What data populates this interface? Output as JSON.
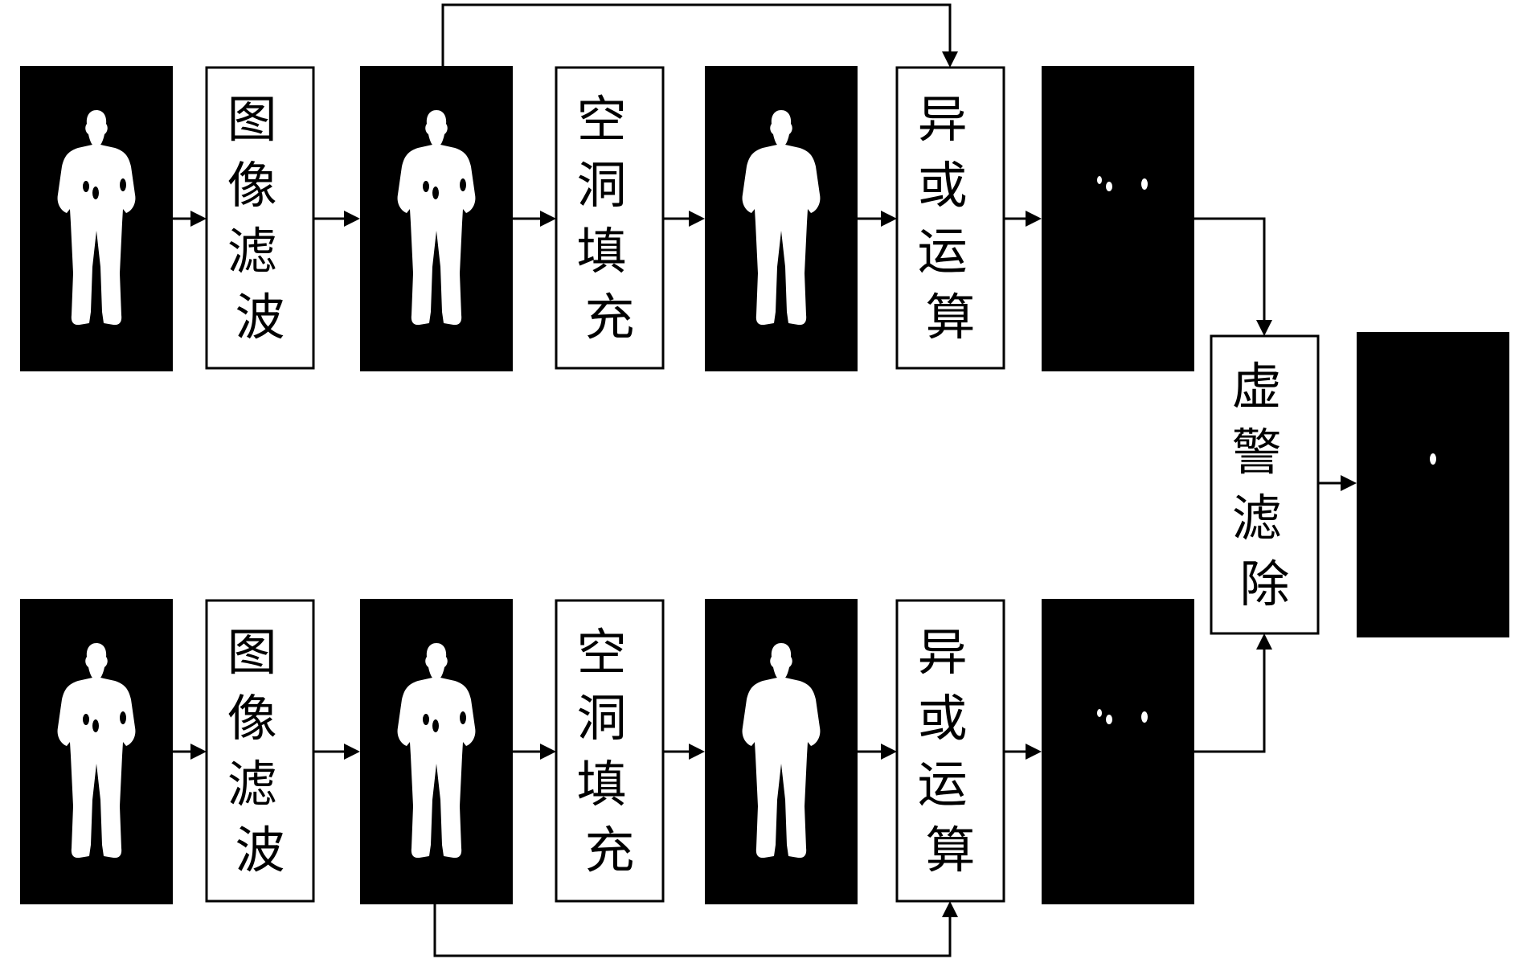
{
  "colors": {
    "background": "#ffffff",
    "panel": "#000000",
    "foreground": "#ffffff",
    "line": "#000000"
  },
  "rows": [
    {
      "steps": [
        {
          "kind": "image",
          "content": "silhouette-with-holes",
          "label": ""
        },
        {
          "kind": "process",
          "label": "图像滤波"
        },
        {
          "kind": "image",
          "content": "silhouette-with-holes",
          "label": ""
        },
        {
          "kind": "process",
          "label": "空洞填充"
        },
        {
          "kind": "image",
          "content": "silhouette-filled",
          "label": ""
        },
        {
          "kind": "process",
          "label": "异或运算"
        },
        {
          "kind": "image",
          "content": "hole-residue",
          "label": ""
        }
      ],
      "bypass_arrow": {
        "from_step": 2,
        "to_step": 5,
        "route": "over-top"
      }
    },
    {
      "steps": [
        {
          "kind": "image",
          "content": "silhouette-with-holes",
          "label": ""
        },
        {
          "kind": "process",
          "label": "图像滤波"
        },
        {
          "kind": "image",
          "content": "silhouette-with-holes",
          "label": ""
        },
        {
          "kind": "process",
          "label": "空洞填充"
        },
        {
          "kind": "image",
          "content": "silhouette-filled",
          "label": ""
        },
        {
          "kind": "process",
          "label": "异或运算"
        },
        {
          "kind": "image",
          "content": "hole-residue",
          "label": ""
        }
      ],
      "bypass_arrow": {
        "from_step": 2,
        "to_step": 5,
        "route": "under-bottom"
      }
    }
  ],
  "merge": {
    "process": {
      "label": "虚警滤除"
    },
    "output": {
      "kind": "image",
      "content": "single-residue",
      "label": ""
    }
  }
}
